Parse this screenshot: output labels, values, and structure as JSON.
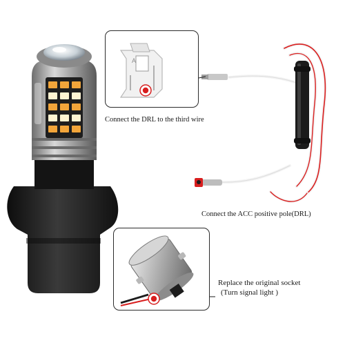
{
  "captions": {
    "drl_third_wire": "Connect the DRL to the third wire",
    "acc_positive": "Connect the ACC positive pole(DRL)",
    "replace_socket_line1": "Replace the original socket",
    "replace_socket_line2": "(Turn signal  light )"
  },
  "colors": {
    "wire_red": "#d81e1e",
    "wire_white": "#f4f4f4",
    "led_amber": "#f2a53a",
    "led_white": "#fff4d2",
    "socket_black": "#1c1c1c",
    "body_silver": "#9a9a9a",
    "marker_red": "#d81e1e"
  },
  "icons": {
    "bulb": "led-bulb-icon",
    "connector": "wire-connector-icon",
    "socket": "bayonet-socket-icon"
  }
}
